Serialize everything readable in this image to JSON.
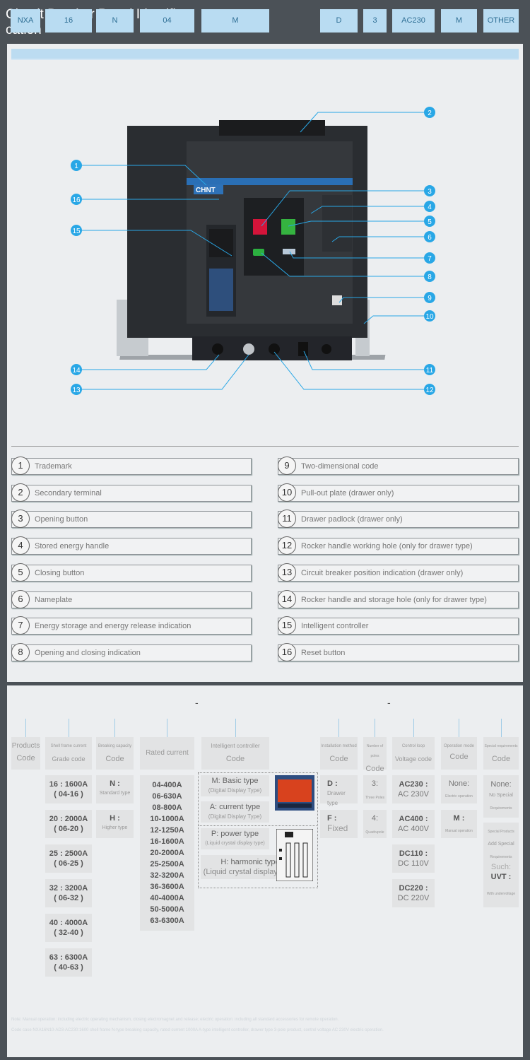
{
  "title": "Circuit Breaker Panel Identifi-cation",
  "brand": "CHNT",
  "callouts": [
    "1",
    "16",
    "15",
    "14",
    "13",
    "2",
    "3",
    "4",
    "5",
    "6",
    "7",
    "8",
    "9",
    "10",
    "11",
    "12"
  ],
  "legend_left": [
    {
      "num": "1",
      "label": "Trademark"
    },
    {
      "num": "2",
      "label": "Secondary terminal"
    },
    {
      "num": "3",
      "label": "Opening button"
    },
    {
      "num": "4",
      "label": "Stored energy handle"
    },
    {
      "num": "5",
      "label": "Closing button"
    },
    {
      "num": "6",
      "label": "Nameplate"
    },
    {
      "num": "7",
      "label": "Energy storage and energy release indication"
    },
    {
      "num": "8",
      "label": "Opening and closing indication"
    }
  ],
  "legend_right": [
    {
      "num": "9",
      "label": "Two-dimensional code"
    },
    {
      "num": "10",
      "label": "Pull-out plate (drawer only)"
    },
    {
      "num": "11",
      "label": "Drawer padlock (drawer only)"
    },
    {
      "num": "12",
      "label": "Rocker handle working hole (only for drawer type)"
    },
    {
      "num": "13",
      "label": "Circuit breaker position indication (drawer only)"
    },
    {
      "num": "14",
      "label": "Rocker handle and storage hole (only for drawer type)"
    },
    {
      "num": "15",
      "label": "Intelligent controller"
    },
    {
      "num": "16",
      "label": "Reset button"
    }
  ],
  "code_table": {
    "headers": [
      "NXA",
      "16",
      "N",
      "04",
      "M",
      "D",
      "3",
      "AC230",
      "M",
      "OTHER"
    ],
    "dash": "-",
    "col1": {
      "label": "Products",
      "code": "Code"
    },
    "col2": {
      "label": "Shell frame current",
      "code": "Grade code",
      "options": [
        {
          "a": "16 : 1600A",
          "b": "( 04-16 )"
        },
        {
          "a": "20 : 2000A",
          "b": "( 06-20 )"
        },
        {
          "a": "25 : 2500A",
          "b": "( 06-25 )"
        },
        {
          "a": "32 : 3200A",
          "b": "( 06-32 )"
        },
        {
          "a": "40 : 4000A",
          "b": "( 32-40 )"
        },
        {
          "a": "63 : 6300A",
          "b": "( 40-63 )"
        }
      ]
    },
    "col3": {
      "label": "Breaking capacity",
      "code": "Code",
      "options": [
        {
          "a": "N :",
          "b": "Standard type"
        },
        {
          "a": "H :",
          "b": "Higher type"
        }
      ]
    },
    "col4": {
      "label": "Rated current",
      "options": [
        "04-400A",
        "06-630A",
        "08-800A",
        "10-1000A",
        "12-1250A",
        "16-1600A",
        "20-2000A",
        "25-2500A",
        "32-3200A",
        "36-3600A",
        "40-4000A",
        "50-5000A",
        "63-6300A"
      ]
    },
    "col5": {
      "label": "Intelligent controller",
      "code": "Code",
      "options": [
        {
          "a": "M: Basic type",
          "b": "(Digital Display Type)"
        },
        {
          "a": "A: current type",
          "b": "(Digital Display Type)"
        },
        {
          "a": "P: power type",
          "b": "(Liquid crystal display type)"
        },
        {
          "a": "H: harmonic type",
          "b": "(Liquid crystal display type)"
        }
      ]
    },
    "col6": {
      "label": "Installation method",
      "code": "Code",
      "options": [
        {
          "a": "D :",
          "b": "Drawer type"
        },
        {
          "a": "F :",
          "b": "Fixed"
        }
      ]
    },
    "col7": {
      "label": "Number of poles",
      "code": "Code",
      "options": [
        {
          "a": "3:",
          "b": "Three Poles"
        },
        {
          "a": "4:",
          "b": "Quadrupole"
        }
      ]
    },
    "col8": {
      "label": "Control loop",
      "code": "Voltage code",
      "options": [
        {
          "a": "AC230 :",
          "b": "AC 230V"
        },
        {
          "a": "AC400 :",
          "b": "AC 400V"
        },
        {
          "a": "DC110 :",
          "b": "DC 110V"
        },
        {
          "a": "DC220 :",
          "b": "DC 220V"
        }
      ]
    },
    "col9": {
      "label": "Operation mode",
      "code": "Code",
      "options": [
        {
          "a": "None:",
          "b": "Electric operation"
        },
        {
          "a": "M :",
          "b": "Manual operation"
        }
      ]
    },
    "col10": {
      "label": "Special requirements",
      "code": "Code",
      "options": [
        {
          "a": "None:",
          "b": "No Special",
          "c": "Requirements"
        },
        {
          "a": "Special Products",
          "b": "Add Special",
          "c": "Requirements"
        },
        {
          "a": "Such:",
          "b": "UVT :",
          "c": "With undervoltage"
        }
      ]
    }
  },
  "notes": [
    "Note: Manual operation: including electric operating mechanism, closing electromagnet and release; electric operation: including all standard accessories for remote operation.",
    "Code case NXA16N10-AD3-AC230:1600 shell frame N-type breaking capacity, rated current 1000A A-type intelligent controller, drawer type 3-pole product, control voltage AC 230V electric operation."
  ]
}
